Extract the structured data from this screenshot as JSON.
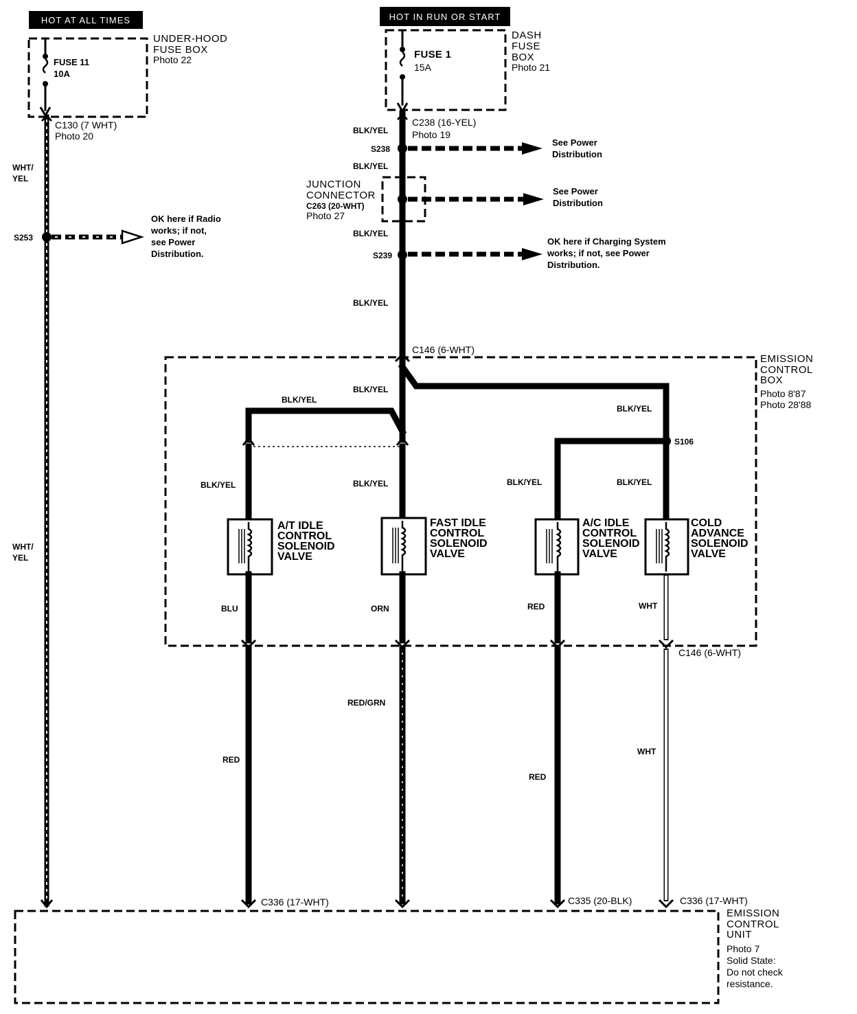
{
  "headers": {
    "hot_at_all_times": "HOT AT ALL TIMES",
    "hot_in_run_or_start": "HOT IN RUN OR START"
  },
  "fuse_boxes": {
    "underhood": {
      "name_line1": "UNDER-HOOD",
      "name_line2": "FUSE BOX",
      "photo": "Photo 22",
      "fuse_name": "FUSE 11",
      "fuse_rating": "10A"
    },
    "dash": {
      "name_line1": "DASH",
      "name_line2": "FUSE",
      "name_line3": "BOX",
      "photo": "Photo 21",
      "fuse_name": "FUSE 1",
      "fuse_rating": "15A"
    }
  },
  "connectors": {
    "c130": "C130 (7 WHT)",
    "c130_photo": "Photo 20",
    "c238": "C238 (16-YEL)",
    "c238_photo": "Photo 19",
    "c146_top": "C146 (6-WHT)",
    "c146_bottom": "C146 (6-WHT)",
    "c336_left": "C336 (17-WHT)",
    "c335": "C335 (20-BLK)",
    "c336_right": "C336 (17-WHT)"
  },
  "splices": {
    "s238": "S238",
    "s253": "S253",
    "s239": "S239",
    "s106": "S106"
  },
  "junction": {
    "line1": "JUNCTION",
    "line2": "CONNECTOR",
    "connector": "C263 (20-WHT)",
    "photo": "Photo 27"
  },
  "notes": {
    "see_power_1_line1": "See Power",
    "see_power_1_line2": "Distribution",
    "see_power_2_line1": "See Power",
    "see_power_2_line2": "Distribution",
    "radio_line1": "OK here if Radio",
    "radio_line2": "works; if not,",
    "radio_line3": "see Power",
    "radio_line4": "Distribution.",
    "charging_line1": "OK here if Charging System",
    "charging_line2": "works; if not, see Power",
    "charging_line3": "Distribution."
  },
  "wires": {
    "wht_yel_top_1": "WHT/",
    "wht_yel_top_2": "YEL",
    "wht_yel_mid_1": "WHT/",
    "wht_yel_mid_2": "YEL",
    "blk_yel_1": "BLK/YEL",
    "blk_yel_2": "BLK/YEL",
    "blk_yel_3": "BLK/YEL",
    "blk_yel_4": "BLK/YEL",
    "blk_yel_5": "BLK/YEL",
    "blk_yel_branch_left": "BLK/YEL",
    "blk_yel_branch_right": "BLK/YEL",
    "blk_yel_sol1": "BLK/YEL",
    "blk_yel_sol2": "BLK/YEL",
    "blk_yel_sol3": "BLK/YEL",
    "blk_yel_sol4": "BLK/YEL",
    "blu": "BLU",
    "orn": "ORN",
    "red_sol3": "RED",
    "wht_sol4": "WHT",
    "red_low1": "RED",
    "red_grn": "RED/GRN",
    "red_low3": "RED",
    "wht_low4": "WHT"
  },
  "emission_box": {
    "line1": "EMISSION",
    "line2": "CONTROL",
    "line3": "BOX",
    "photo1": "Photo 8'87",
    "photo2": "Photo 28'88"
  },
  "solenoids": [
    {
      "l1": "A/T IDLE",
      "l2": "CONTROL",
      "l3": "SOLENOID",
      "l4": "VALVE"
    },
    {
      "l1": "FAST IDLE",
      "l2": "CONTROL",
      "l3": "SOLENOID",
      "l4": "VALVE"
    },
    {
      "l1": "A/C IDLE",
      "l2": "CONTROL",
      "l3": "SOLENOID",
      "l4": "VALVE"
    },
    {
      "l1": "COLD",
      "l2": "ADVANCE",
      "l3": "SOLENOID",
      "l4": "VALVE"
    }
  ],
  "ecu": {
    "line1": "EMISSION",
    "line2": "CONTROL",
    "line3": "UNIT",
    "photo": "Photo 7",
    "note1": "Solid State:",
    "note2": "Do not check",
    "note3": "resistance."
  }
}
